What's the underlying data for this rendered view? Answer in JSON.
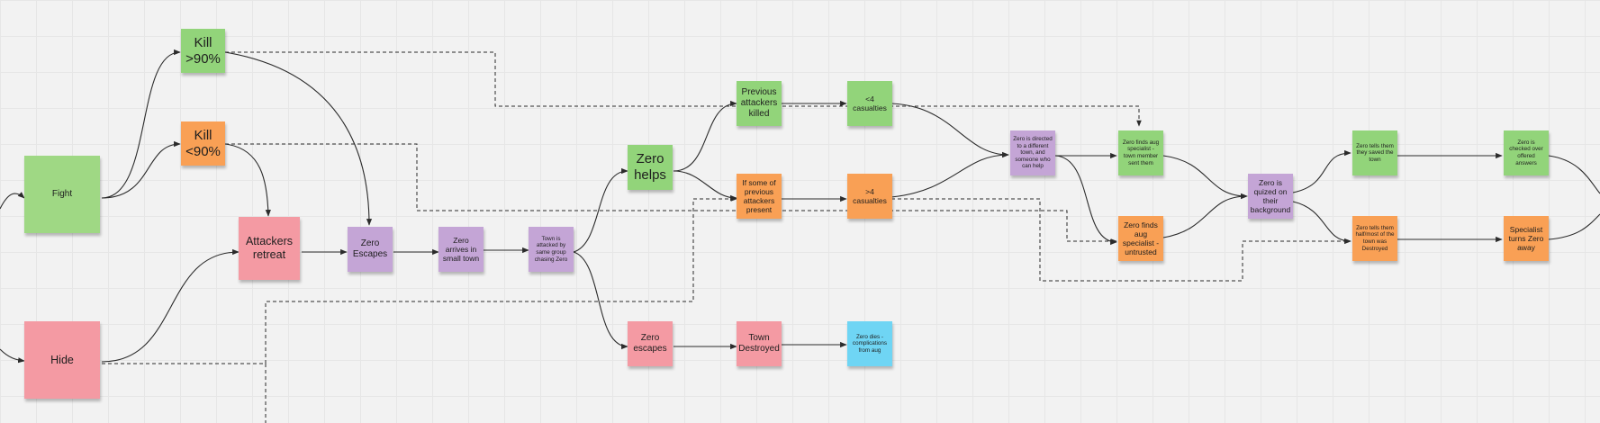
{
  "notes": {
    "fight": "Fight",
    "hide": "Hide",
    "kill_gt": "Kill >90%",
    "kill_lt": "Kill <90%",
    "attackers_retreat": "Attackers retreat",
    "zero_escapes_1": "Zero Escapes",
    "zero_arrives": "Zero arrives in small town",
    "town_attacked": "Town is attacked by same group chasing Zero",
    "zero_helps": "Zero helps",
    "zero_escapes_2": "Zero escapes",
    "previous_killed": "Previous attackers killed",
    "some_present": "If some of previous attackers present",
    "town_destroyed": "Town Destroyed",
    "zero_dies": "Zero dies - complications from aug",
    "lt4_casualties": "<4 casualties",
    "gt4_casualties": ">4 casualties",
    "zero_directed": "Zero is directed to a different town, and someone who can help",
    "finds_aug_sent": "Zero finds aug specialist - town member sent them",
    "finds_aug_untrusted": "Zero finds aug specialist - untrusted",
    "quizzed": "Zero is quized on their background",
    "tells_saved": "Zero tells them they saved the town",
    "tells_half": "Zero tells them half/most of the town was Destroyed",
    "checked_over": "Zero is checked over offered answers",
    "specialist_turns": "Specialist turns Zero away"
  },
  "colors": {
    "green": "#92d47a",
    "orange": "#f9a055",
    "pink": "#f49aa3",
    "purple": "#c4a5d6",
    "cyan": "#6fd5f4",
    "connector": "#2b2b2b",
    "background": "#f2f2f2"
  }
}
